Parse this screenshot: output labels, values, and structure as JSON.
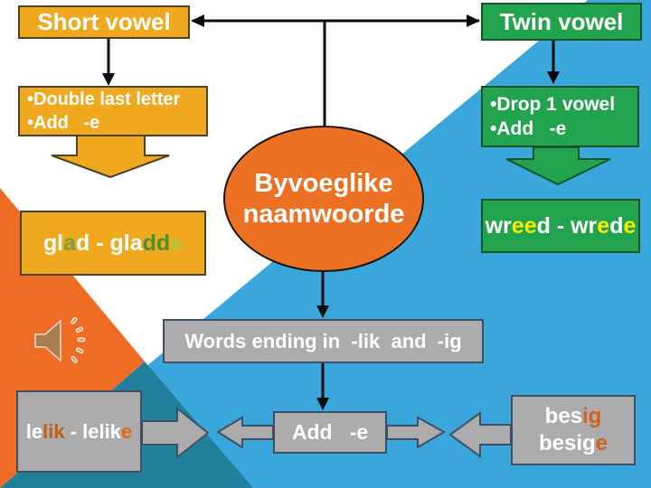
{
  "palette": {
    "background_orange": "#EE6C23",
    "background_blue": "#39A7DC",
    "background_teal": "#21819D",
    "box_yellow": "#F0A81F",
    "box_green": "#22A44E",
    "box_gray": "#ACACAC",
    "ellipse_orange": "#ED7123",
    "connector_black": "#0b0b0b",
    "highlight_green": "#4E8F31",
    "highlight_yellow": "#F8EC00",
    "highlight_orange": "#C65D15"
  },
  "center": {
    "ellipse_line1": "Byvoeglike",
    "ellipse_line2": "naamwoorde"
  },
  "left_branch": {
    "header": "Short vowel",
    "rules": [
      "•Double last letter",
      "•Add   -e"
    ],
    "example": [
      {
        "text": "gl",
        "color": "#FFFFFF"
      },
      {
        "text": "a",
        "color": "#74A33E"
      },
      {
        "text": "d - gla",
        "color": "#FFFFFF"
      },
      {
        "text": "dd",
        "color": "#4E8F31"
      },
      {
        "text": "e",
        "color": "#AFC63C"
      }
    ]
  },
  "right_branch": {
    "header": "Twin vowel",
    "rules": [
      "•Drop 1 vowel",
      "•Add   -e"
    ],
    "example": [
      {
        "text": "wr",
        "color": "#FFFFFF"
      },
      {
        "text": "ee",
        "color": "#F8EC00"
      },
      {
        "text": "d - wr",
        "color": "#FFFFFF"
      },
      {
        "text": "e",
        "color": "#F8EC00"
      },
      {
        "text": "d",
        "color": "#FFFFFF"
      },
      {
        "text": "e",
        "color": "#F8EC00"
      }
    ]
  },
  "bottom_branch": {
    "words_label": "Words ending in  -lik  and  -ig",
    "add_label": "Add   -e",
    "left_example": [
      {
        "text": "le",
        "color": "#FFFFFF"
      },
      {
        "text": "lik",
        "color": "#C65D15"
      },
      {
        "text": " - lelik",
        "color": "#FFFFFF"
      },
      {
        "text": "e",
        "color": "#E26A10"
      }
    ],
    "right_example_line1": [
      {
        "text": "bes",
        "color": "#FFFFFF"
      },
      {
        "text": "ig",
        "color": "#D3601C"
      }
    ],
    "right_example_line2": [
      {
        "text": "besig",
        "color": "#FFFFFF"
      },
      {
        "text": "e",
        "color": "#D3601C"
      }
    ]
  },
  "icons": {
    "speaker": "audio-speaker-with-sound-waves"
  }
}
